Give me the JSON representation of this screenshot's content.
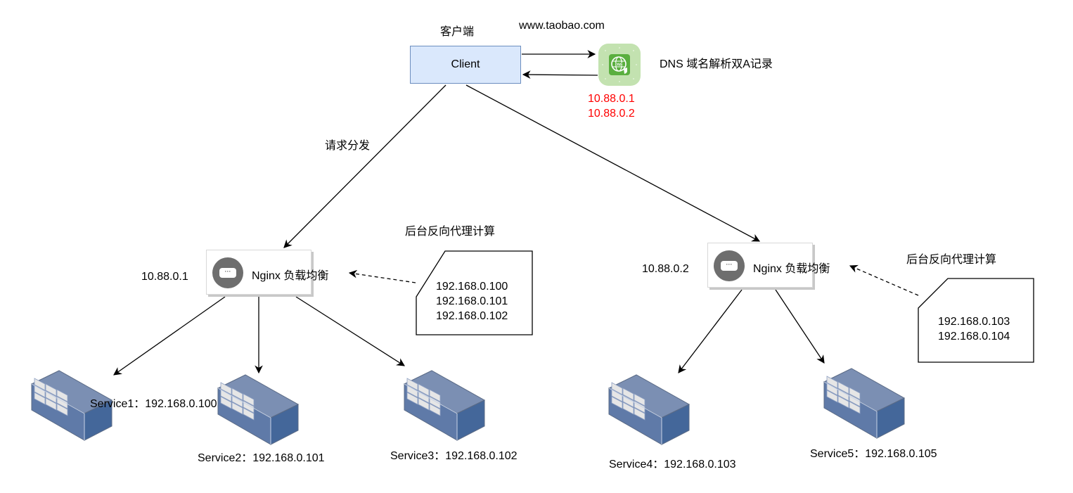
{
  "client": {
    "caption": "客户端",
    "label": "Client",
    "domain": "www.taobao.com"
  },
  "dns": {
    "icon": "dns-globe-icon",
    "title": "DNS 域名解析双A记录",
    "records": [
      "10.88.0.1",
      "10.88.0.2"
    ],
    "color": "#ff0000"
  },
  "edge_label": "请求分发",
  "load_balancers": [
    {
      "ip": "10.88.0.1",
      "label": "Nginx 负载均衡",
      "note_title": "后台反向代理计算",
      "upstreams": [
        "192.168.0.100",
        "192.168.0.101",
        "192.168.0.102"
      ]
    },
    {
      "ip": "10.88.0.2",
      "label": "Nginx 负载均衡",
      "note_title": "后台反向代理计算",
      "upstreams": [
        "192.168.0.103",
        "192.168.0.104"
      ]
    }
  ],
  "services": [
    {
      "label": "Service1：192.168.0.100"
    },
    {
      "label": "Service2：192.168.0.101"
    },
    {
      "label": "Service3：192.168.0.102"
    },
    {
      "label": "Service4：192.168.0.103"
    },
    {
      "label": "Service5：192.168.0.105"
    }
  ],
  "colors": {
    "client_fill": "#dae8fc",
    "client_stroke": "#6c8ebf",
    "server_top": "#7b8fb3",
    "server_side": "#44679a",
    "dns_bg": "#c3e2b0",
    "dns_icon": "#5aaf3f"
  }
}
